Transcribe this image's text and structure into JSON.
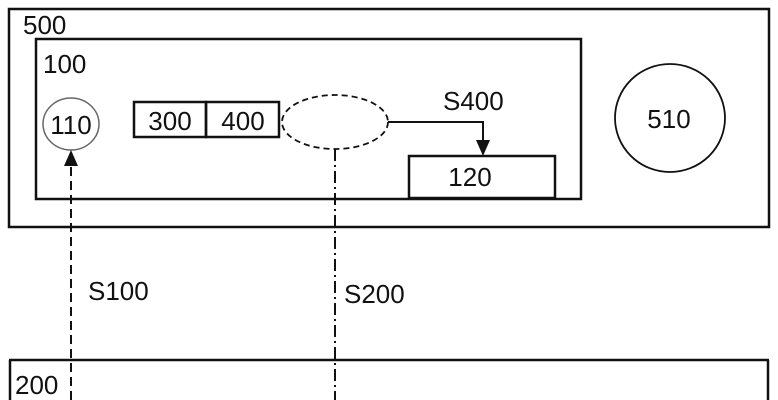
{
  "diagram": {
    "outer_box_label": "500",
    "inner_box_label": "100",
    "circle_left_label": "110",
    "box_a_label": "300",
    "box_b_label": "400",
    "box_c_label": "120",
    "circle_right_label": "510",
    "bottom_box_label": "200",
    "arrow_s100_label": "S100",
    "arrow_s200_label": "S200",
    "arrow_s400_label": "S400"
  }
}
